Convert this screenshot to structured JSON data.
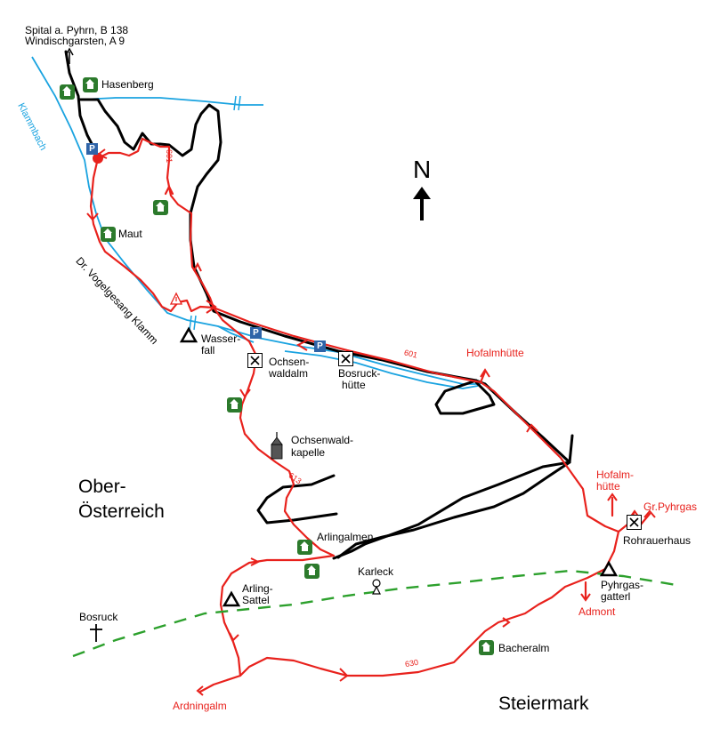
{
  "labels": {
    "access_line1": "Spital a. Pyhrn, B 138",
    "access_line2": "Windischgarsten, A 9",
    "hasenberg": "Hasenberg",
    "klammbach": "Klammbach",
    "maut": "Maut",
    "klamm": "Dr. Vogelgesang Klamm",
    "wasserfall_1": "Wasser-",
    "wasserfall_2": "fall",
    "ochsenwaldalm_1": "Ochsen-",
    "ochsenwaldalm_2": "waldalm",
    "bosruckhuette_1": "Bosruck-",
    "bosruckhuette_2": "hütte",
    "hofalmhuette": "Hofalmhütte",
    "kapelle_1": "Ochsenwald-",
    "kapelle_2": "kapelle",
    "oberoesterreich_1": "Ober-",
    "oberoesterreich_2": "Österreich",
    "arlingalmen": "Arlingalmen",
    "hofalm2_1": "Hofalm-",
    "hofalm2_2": "hütte",
    "grpyhrgas": "Gr.Pyhrgas",
    "rohrauerhaus": "Rohrauerhaus",
    "karleck": "Karleck",
    "arlingsattel_1": "Arling-",
    "arlingsattel_2": "Sattel",
    "pyhrgasgatterl_1": "Pyhrgas-",
    "pyhrgasgatterl_2": "gatterl",
    "admont": "Admont",
    "bosruck": "Bosruck",
    "bacheralm": "Bacheralm",
    "ardningalm": "Ardningalm",
    "steiermark": "Steiermark",
    "north": "N",
    "parking": "P"
  },
  "trail_numbers": {
    "t601_vertical": "601",
    "t601_road": "601",
    "t613": "613",
    "t630": "630"
  },
  "colors": {
    "trail": "#e8211c",
    "road": "#000000",
    "stream": "#1aa3e0",
    "border": "#2ca02c",
    "hut": "#2c7a2c",
    "parking": "#2f64a8"
  }
}
